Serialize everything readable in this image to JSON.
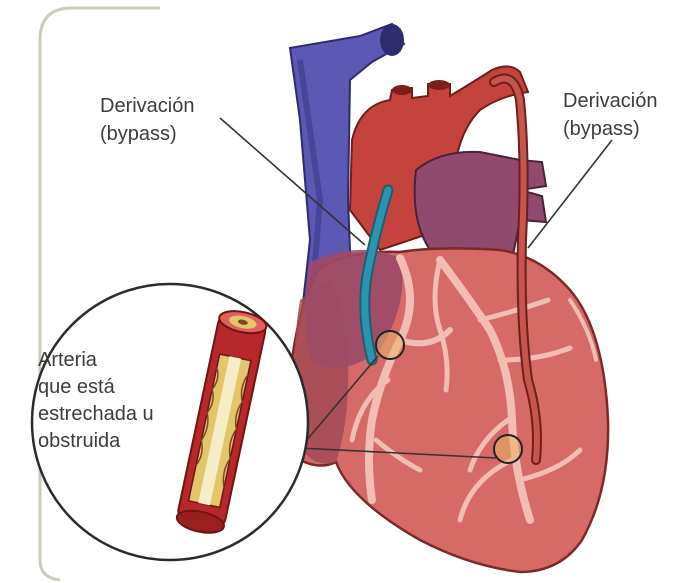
{
  "labels": {
    "bypass_left": [
      "Derivación",
      "(bypass)"
    ],
    "bypass_right": [
      "Derivación",
      "(bypass)"
    ],
    "artery": [
      "Arteria",
      "que está",
      "estrechada u",
      "obstruida"
    ]
  },
  "colors": {
    "background": "#ffffff",
    "frame": "#cfc9bd",
    "vein": "#5c58b4",
    "aorta": "#c5433d",
    "heart": "#d66a66",
    "heart_shadow": "#a24a55",
    "atrium": "#8f4a6e",
    "coronary_vessel": "#f2bdb3",
    "vein_graft": "#2a93b0",
    "artery_graft": "#c6564d",
    "plaque": "#e3c56a",
    "leader": "#333333"
  }
}
